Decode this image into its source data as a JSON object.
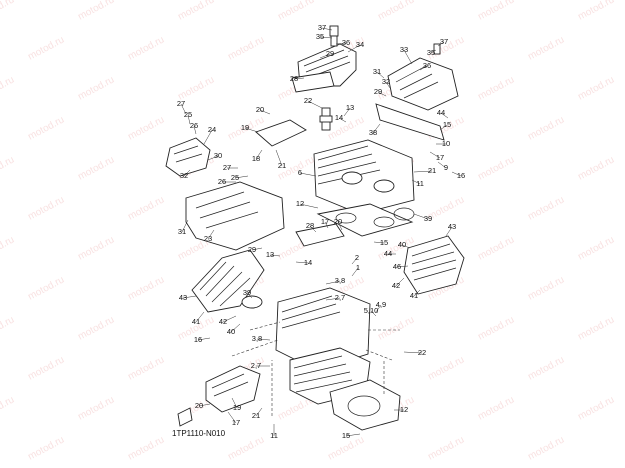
{
  "diagram": {
    "code": "1TP1110-N010",
    "watermark": "motod.ru",
    "callouts": [
      {
        "id": "c37a",
        "label": "37"
      },
      {
        "id": "c35a",
        "label": "35"
      },
      {
        "id": "c36a",
        "label": "36"
      },
      {
        "id": "c34",
        "label": "34"
      },
      {
        "id": "c29a",
        "label": "29"
      },
      {
        "id": "c28a",
        "label": "28"
      },
      {
        "id": "c33",
        "label": "33"
      },
      {
        "id": "c35b",
        "label": "35"
      },
      {
        "id": "c37b",
        "label": "37"
      },
      {
        "id": "c36b",
        "label": "36"
      },
      {
        "id": "c31a",
        "label": "31"
      },
      {
        "id": "c32a",
        "label": "32"
      },
      {
        "id": "c29b",
        "label": "29"
      },
      {
        "id": "c44a",
        "label": "44"
      },
      {
        "id": "c27a",
        "label": "27"
      },
      {
        "id": "c25a",
        "label": "25"
      },
      {
        "id": "c26a",
        "label": "26"
      },
      {
        "id": "c24",
        "label": "24"
      },
      {
        "id": "c20a",
        "label": "20"
      },
      {
        "id": "c22a",
        "label": "22"
      },
      {
        "id": "c13a",
        "label": "13"
      },
      {
        "id": "c14a",
        "label": "14"
      },
      {
        "id": "c19",
        "label": "19"
      },
      {
        "id": "c38",
        "label": "38"
      },
      {
        "id": "c15a",
        "label": "15"
      },
      {
        "id": "c18",
        "label": "18"
      },
      {
        "id": "c21a",
        "label": "21"
      },
      {
        "id": "c10",
        "label": "10"
      },
      {
        "id": "c17a",
        "label": "17"
      },
      {
        "id": "c30",
        "label": "30"
      },
      {
        "id": "c32b",
        "label": "32"
      },
      {
        "id": "c27b",
        "label": "27"
      },
      {
        "id": "c26b",
        "label": "26"
      },
      {
        "id": "c25b",
        "label": "25"
      },
      {
        "id": "c6",
        "label": "6"
      },
      {
        "id": "c9",
        "label": "9"
      },
      {
        "id": "c21b",
        "label": "21"
      },
      {
        "id": "c16a",
        "label": "16"
      },
      {
        "id": "c11a",
        "label": "11"
      },
      {
        "id": "c12a",
        "label": "12"
      },
      {
        "id": "c39a",
        "label": "39"
      },
      {
        "id": "c31b",
        "label": "31"
      },
      {
        "id": "c23",
        "label": "23"
      },
      {
        "id": "c28b",
        "label": "28"
      },
      {
        "id": "c17b",
        "label": "17"
      },
      {
        "id": "c20b",
        "label": "20"
      },
      {
        "id": "c43a",
        "label": "43"
      },
      {
        "id": "c15b",
        "label": "15"
      },
      {
        "id": "c40a",
        "label": "40"
      },
      {
        "id": "c29c",
        "label": "29"
      },
      {
        "id": "c44b",
        "label": "44"
      },
      {
        "id": "c13b",
        "label": "13"
      },
      {
        "id": "c14b",
        "label": "14"
      },
      {
        "id": "c2",
        "label": "2"
      },
      {
        "id": "c1",
        "label": "1"
      },
      {
        "id": "c46",
        "label": "46"
      },
      {
        "id": "c42a",
        "label": "42"
      },
      {
        "id": "c41a",
        "label": "41"
      },
      {
        "id": "c3a",
        "label": "3,8"
      },
      {
        "id": "c27c",
        "label": "2,7"
      },
      {
        "id": "c43b",
        "label": "43"
      },
      {
        "id": "c39b",
        "label": "39"
      },
      {
        "id": "c49",
        "label": "4,9"
      },
      {
        "id": "c510",
        "label": "5,10"
      },
      {
        "id": "c41b",
        "label": "41"
      },
      {
        "id": "c42b",
        "label": "42"
      },
      {
        "id": "c40b",
        "label": "40"
      },
      {
        "id": "c16b",
        "label": "16"
      },
      {
        "id": "c3b",
        "label": "3,8"
      },
      {
        "id": "c22b",
        "label": "22"
      },
      {
        "id": "c27d",
        "label": "2,7"
      },
      {
        "id": "c20c",
        "label": "20"
      },
      {
        "id": "c19b",
        "label": "19"
      },
      {
        "id": "c17c",
        "label": "17"
      },
      {
        "id": "c21c",
        "label": "21"
      },
      {
        "id": "c12b",
        "label": "12"
      },
      {
        "id": "c11b",
        "label": "11"
      },
      {
        "id": "c15c",
        "label": "15"
      }
    ]
  }
}
